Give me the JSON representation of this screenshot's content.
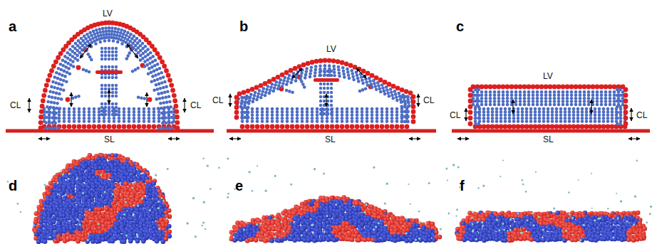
{
  "diagram": {
    "labels": [
      "a",
      "LV",
      "b",
      "LV",
      "c",
      "LV",
      "CL",
      "CL",
      "CL",
      "CL",
      "CL",
      "CL",
      "SL",
      "SL",
      "SL",
      "d",
      "e",
      "f"
    ]
  }
}
